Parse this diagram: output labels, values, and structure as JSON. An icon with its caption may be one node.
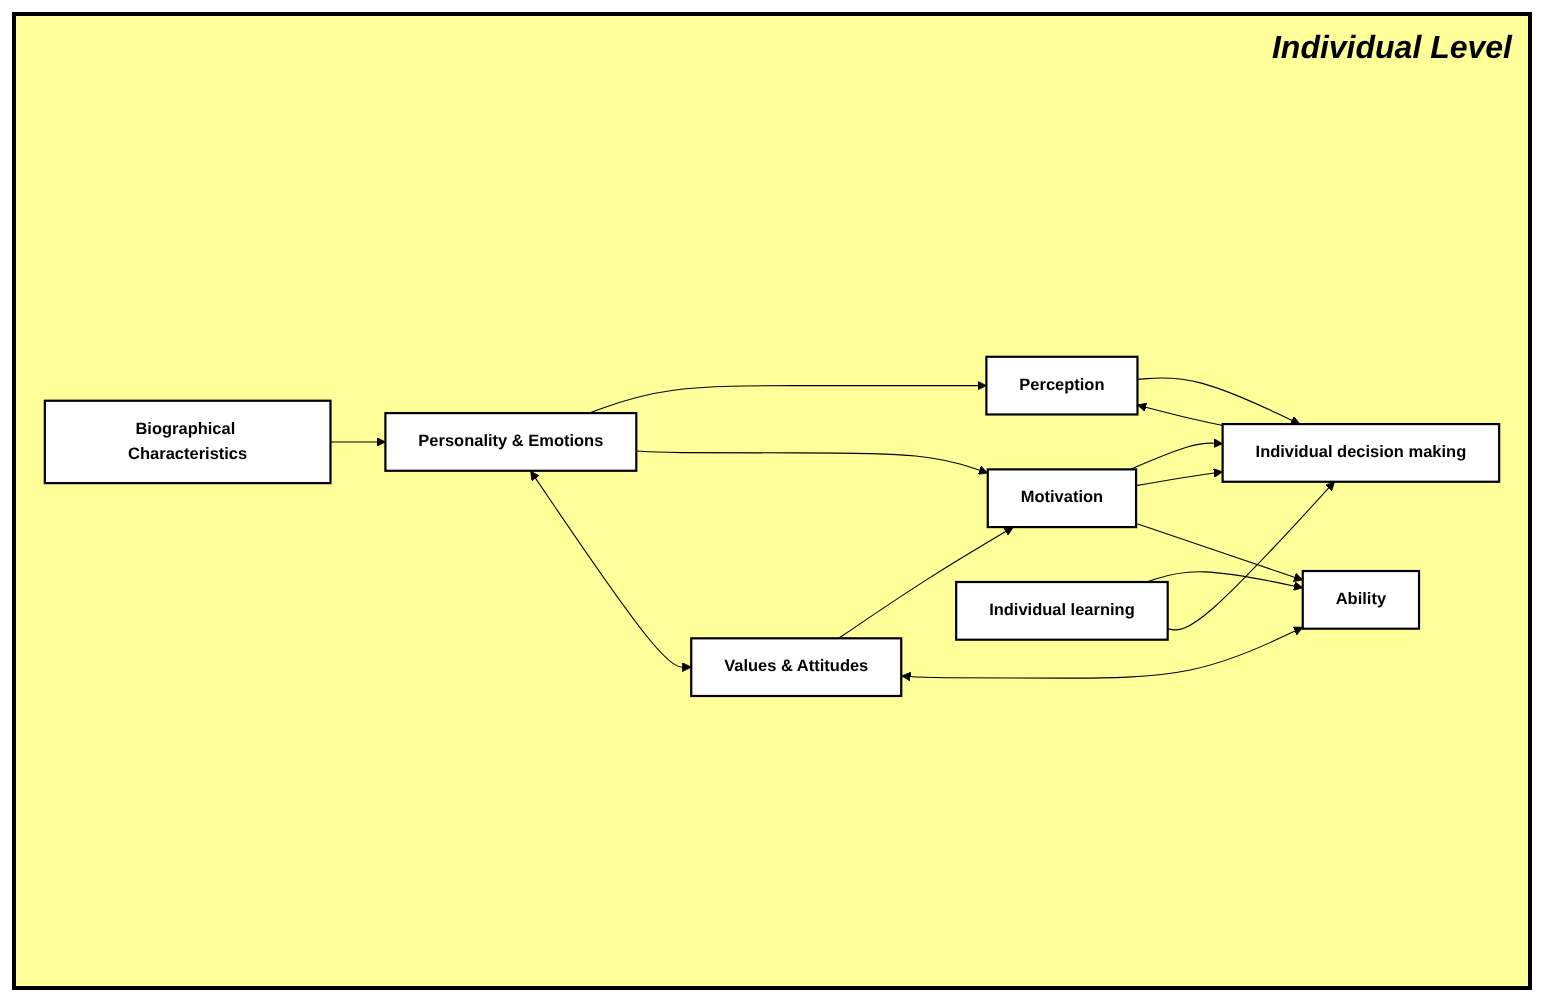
{
  "diagram": {
    "title": "Individual Level",
    "nodes": [
      {
        "text": [
          "Biographical Characteristics"
        ]
      },
      {
        "text": [
          "Personality & Emotions"
        ]
      },
      {
        "text": [
          "Perception"
        ]
      },
      {
        "text": [
          "Values & Attitudes"
        ]
      },
      {
        "text": [
          "Motivation"
        ]
      },
      {
        "text": [
          "Individual decision making"
        ]
      },
      {
        "text": [
          "Ability"
        ]
      },
      {
        "text": [
          "Individual learning"
        ]
      }
    ],
    "edges": [
      {
        "from": 0,
        "to": 1,
        "arrow": "to"
      },
      {
        "from": 1,
        "to": 2,
        "arrow": "to"
      },
      {
        "from": 1,
        "to": 4,
        "arrow": "to"
      },
      {
        "from": 1,
        "to": 3,
        "arrow": "both"
      },
      {
        "from": 3,
        "to": 4,
        "arrow": "to"
      },
      {
        "from": 3,
        "to": 6,
        "arrow": "both"
      },
      {
        "from": 2,
        "to": 5,
        "arrow": "to"
      },
      {
        "from": 4,
        "to": 5,
        "arrow": "to"
      },
      {
        "from": 4,
        "to": 5,
        "arrow": "to"
      },
      {
        "from": 5,
        "to": 2,
        "arrow": "to"
      },
      {
        "from": 4,
        "to": 6,
        "arrow": "to"
      },
      {
        "from": 7,
        "to": 6,
        "arrow": "to"
      },
      {
        "from": 7,
        "to": 5,
        "arrow": "to"
      }
    ]
  }
}
